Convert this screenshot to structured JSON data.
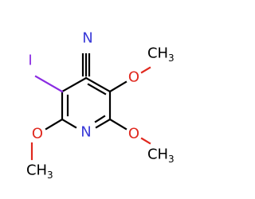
{
  "molecule": {
    "atoms": {
      "nitrile_n": "N",
      "iodine": "I",
      "ring_n": "N",
      "o_top_right": "O",
      "o_bottom_right": "O",
      "o_left": "O",
      "methyl_top_right": "CH",
      "methyl_top_right_sub": "3",
      "methyl_bottom_right": "CH",
      "methyl_bottom_right_sub": "3",
      "methyl_left": "CH",
      "methyl_left_sub": "3"
    },
    "colors": {
      "carbon": "#000000",
      "nitrogen": "#3a3ad8",
      "oxygen": "#e0281e",
      "iodine": "#8a2be2"
    }
  }
}
